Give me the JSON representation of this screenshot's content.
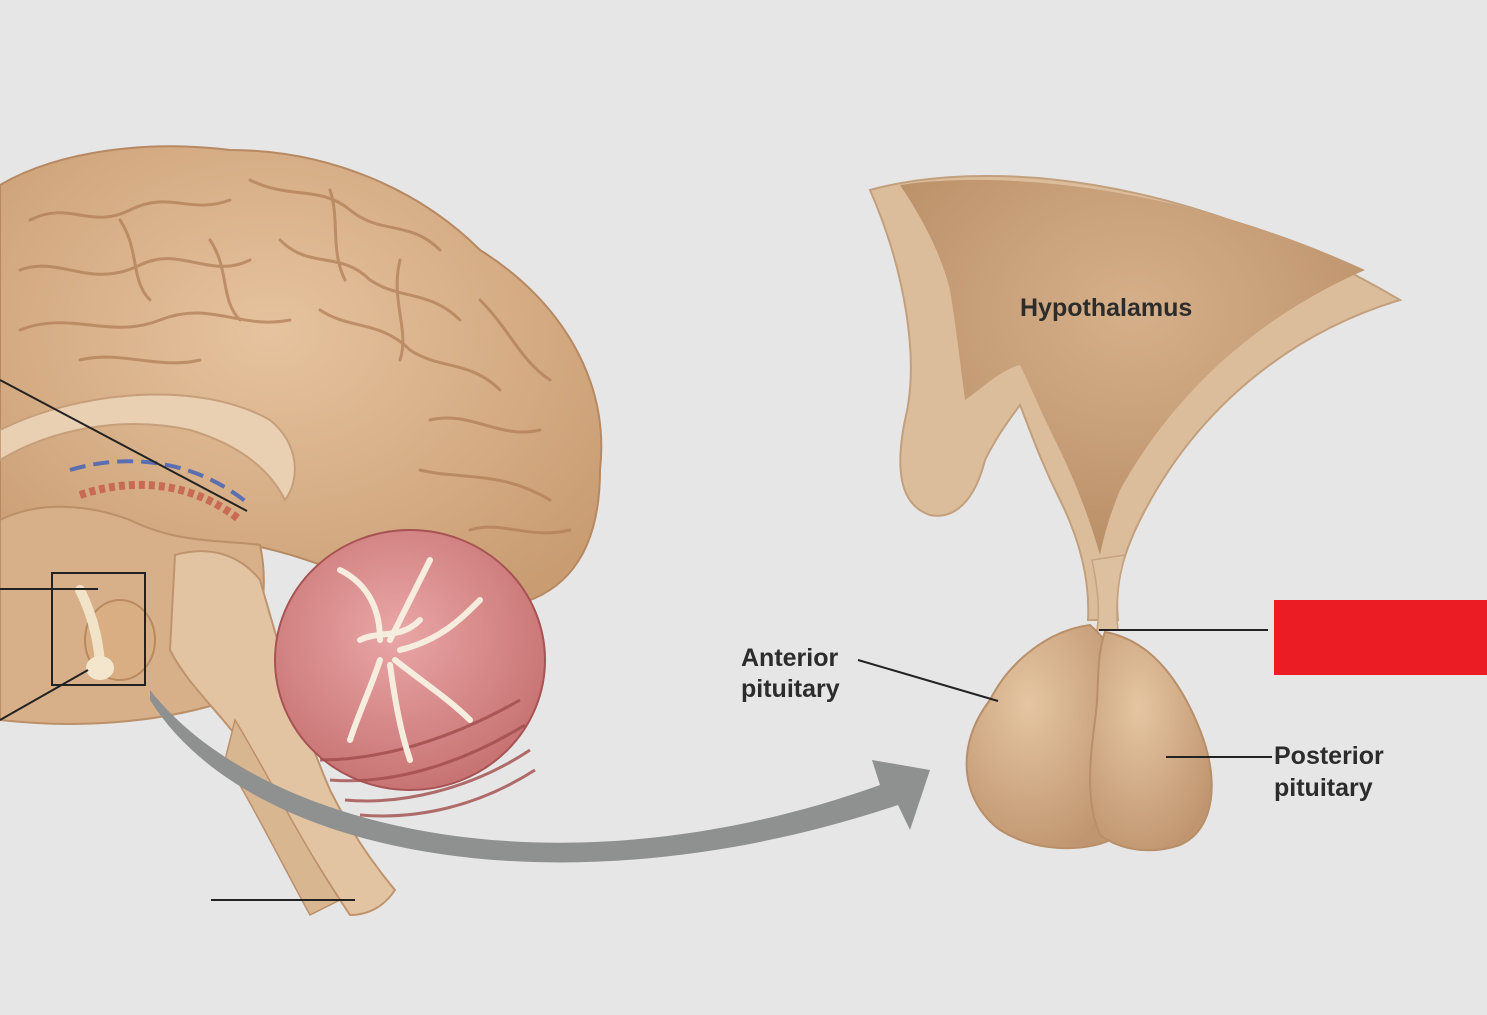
{
  "labels": {
    "hypothalamus": "Hypothalamus",
    "anterior_pituitary_line1": "Anterior",
    "anterior_pituitary_line2": "pituitary",
    "posterior_pituitary_line1": "Posterior",
    "posterior_pituitary_line2": "pituitary"
  },
  "colors": {
    "background": "#e6e6e6",
    "brain_tissue": "#d9b48e",
    "cerebellum": "#d98a8a",
    "gland": "#d0aa85",
    "arrow": "#8f9090",
    "redaction": "#ec1c24",
    "leader_line": "#222222"
  },
  "icons": {
    "brain": "brain-sagittal-illustration",
    "arrow": "curved-arrow",
    "gland": "pituitary-gland-illustration"
  }
}
